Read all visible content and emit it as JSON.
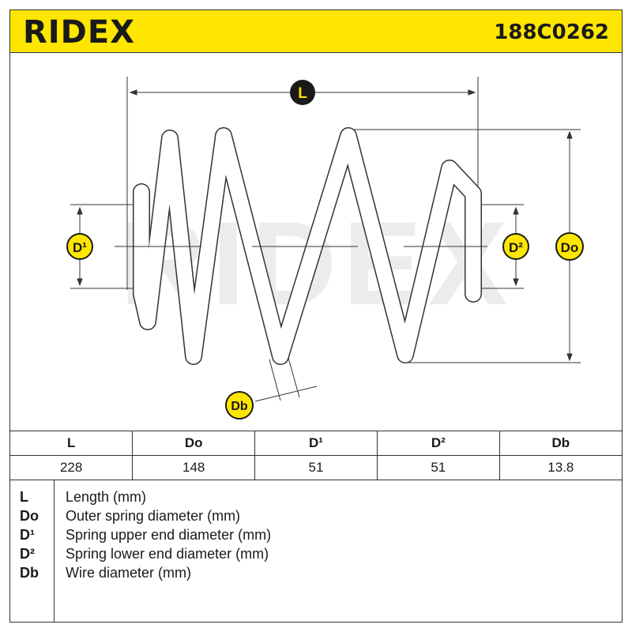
{
  "header": {
    "brand": "RIDEX",
    "part_number": "188C0262"
  },
  "drawing": {
    "watermark": "RIDEX",
    "labels": {
      "length": "L",
      "outer_diameter": "Do",
      "upper_end_diameter": "D¹",
      "lower_end_diameter": "D²",
      "wire_diameter": "Db"
    },
    "colors": {
      "badge_fill": "#ffe600",
      "badge_border": "#1a1a1a",
      "line": "#333333",
      "watermark": "#ececec"
    }
  },
  "table": {
    "headers": [
      "L",
      "Do",
      "D¹",
      "D²",
      "Db"
    ],
    "values": [
      "228",
      "148",
      "51",
      "51",
      "13.8"
    ]
  },
  "legend": [
    {
      "code": "L",
      "description": "Length (mm)"
    },
    {
      "code": "Do",
      "description": "Outer spring diameter (mm)"
    },
    {
      "code": "D¹",
      "description": "Spring upper end diameter (mm)"
    },
    {
      "code": "D²",
      "description": "Spring lower end diameter (mm)"
    },
    {
      "code": "Db",
      "description": "Wire diameter (mm)"
    }
  ]
}
